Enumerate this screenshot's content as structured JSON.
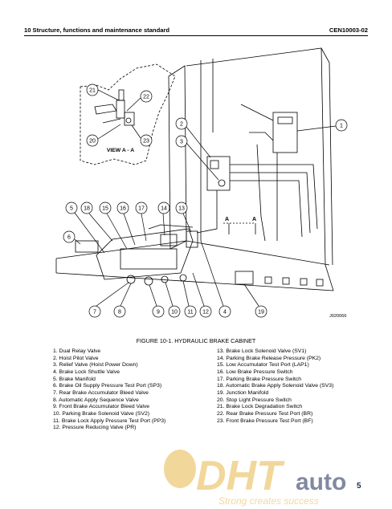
{
  "header": {
    "section_title": "10 Structure, functions and maintenance standard",
    "doc_code": "CEN10003-02"
  },
  "figure": {
    "view_label": "VIEW A - A",
    "section_markers": [
      "A",
      "A"
    ],
    "callouts": [
      "21",
      "22",
      "20",
      "23",
      "1",
      "2",
      "3",
      "5",
      "18",
      "15",
      "16",
      "17",
      "14",
      "13",
      "6",
      "7",
      "8",
      "9",
      "10",
      "11",
      "12",
      "4",
      "19"
    ],
    "drawing_code": "J020066"
  },
  "caption": "FIGURE 10-1. HYDRAULIC BRAKE CABINET",
  "legend": {
    "col1": [
      "1. Dual Relay Valve",
      "2. Hoist Pilot Valve",
      "3. Relief Valve (Hoist Power Down)",
      "4. Brake Lock Shuttle Valve",
      "5. Brake Manifold",
      "6. Brake Oil Supply Pressure Test Port (SP3)",
      "7. Rear Brake Accumulator Bleed Valve",
      "8. Automatic Apply Sequence Valve",
      "9. Front Brake Accumulator Bleed Valve",
      "10. Parking Brake Solenoid Valve (SV2)",
      "11. Brake Lock Apply Pressure Test Port (PP3)",
      "12. Pressure Reducing Valve (PR)"
    ],
    "col2": [
      "13. Brake Lock Solenoid Valve (SV1)",
      "14. Parking Brake Release Pressure (PK2)",
      "15. Low Accumulator Test Port (LAP1)",
      "16. Low Brake Pressure Switch",
      "17. Parking Brake Pressure Switch",
      "18. Automatic Brake Apply Solenoid Valve (SV3)",
      "19. Junction Manifold",
      "20. Stop Light Pressure Switch",
      "21. Brake Lock Degradation Switch",
      "22. Rear Brake Pressure Test Port (BR)",
      "23. Front Brake Pressure Test Port (BF)"
    ]
  },
  "watermark": {
    "logo_text": "DHT auto",
    "tagline": "Strong creates success"
  },
  "page_number": "5",
  "colors": {
    "watermark_gold": "#e8b84a",
    "watermark_navy": "#1b2a55"
  }
}
